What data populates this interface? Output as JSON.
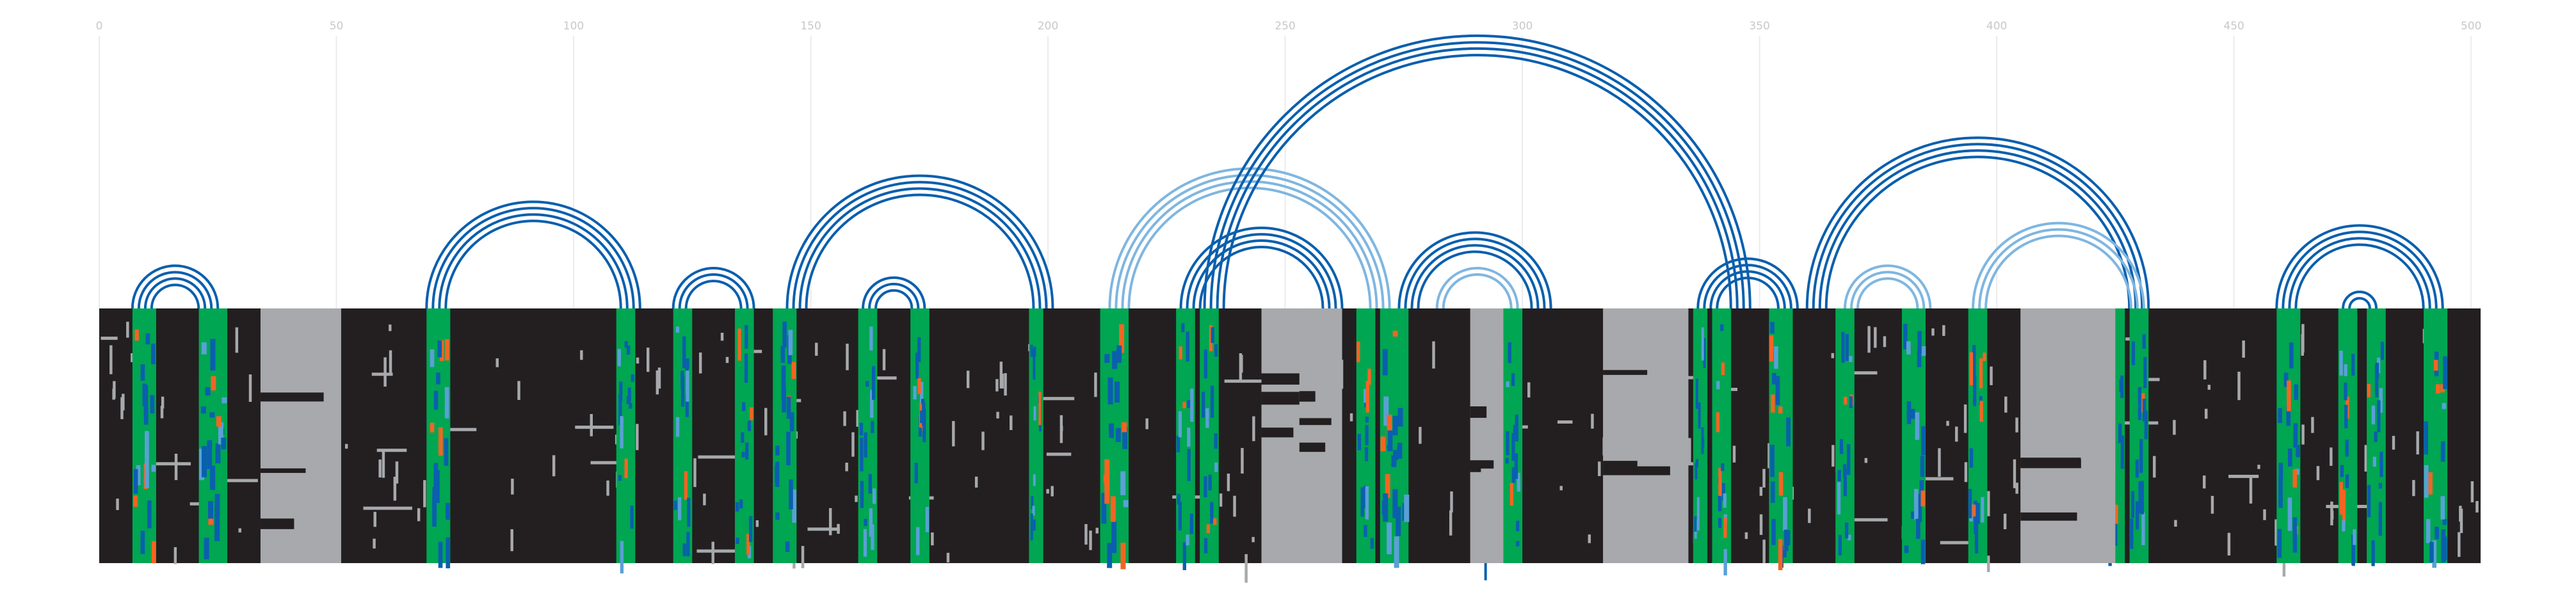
{
  "axis": {
    "ticks": [
      0,
      50,
      100,
      150,
      200,
      250,
      300,
      350,
      400,
      450,
      500
    ],
    "range": [
      0,
      502
    ]
  },
  "colors": {
    "background_block": "#231f20",
    "green": "#00a651",
    "blue": "#0a5fae",
    "light_blue": "#5aa0d6",
    "gray": "#a7a9ac",
    "orange": "#f26522",
    "arc": "#0a5fae",
    "arc_light": "#7fb6e0"
  },
  "arcs": [
    {
      "from": 7,
      "to": 25,
      "strands": 4,
      "tone": "dark"
    },
    {
      "from": 69,
      "to": 114,
      "strands": 4,
      "tone": "dark"
    },
    {
      "from": 121,
      "to": 138,
      "strands": 3,
      "tone": "dark"
    },
    {
      "from": 145,
      "to": 201,
      "strands": 4,
      "tone": "dark"
    },
    {
      "from": 161,
      "to": 174,
      "strands": 3,
      "tone": "dark"
    },
    {
      "from": 213,
      "to": 272,
      "strands": 4,
      "tone": "light"
    },
    {
      "from": 228,
      "to": 262,
      "strands": 4,
      "tone": "dark"
    },
    {
      "from": 233,
      "to": 348,
      "strands": 4,
      "tone": "dark"
    },
    {
      "from": 274,
      "to": 306,
      "strands": 4,
      "tone": "dark"
    },
    {
      "from": 282,
      "to": 299,
      "strands": 2,
      "tone": "light"
    },
    {
      "from": 337,
      "to": 358,
      "strands": 4,
      "tone": "dark"
    },
    {
      "from": 360,
      "to": 432,
      "strands": 4,
      "tone": "dark"
    },
    {
      "from": 368,
      "to": 386,
      "strands": 3,
      "tone": "light"
    },
    {
      "from": 395,
      "to": 431,
      "strands": 3,
      "tone": "light"
    },
    {
      "from": 459,
      "to": 494,
      "strands": 4,
      "tone": "dark"
    },
    {
      "from": 473,
      "to": 480,
      "strands": 2,
      "tone": "dark"
    }
  ],
  "columns": [
    {
      "start": 7,
      "end": 12,
      "type": "green"
    },
    {
      "start": 21,
      "end": 27,
      "type": "green"
    },
    {
      "start": 69,
      "end": 74,
      "type": "green"
    },
    {
      "start": 109,
      "end": 113,
      "type": "green"
    },
    {
      "start": 121,
      "end": 125,
      "type": "green"
    },
    {
      "start": 134,
      "end": 138,
      "type": "green"
    },
    {
      "start": 142,
      "end": 147,
      "type": "green"
    },
    {
      "start": 160,
      "end": 164,
      "type": "green"
    },
    {
      "start": 171,
      "end": 175,
      "type": "green"
    },
    {
      "start": 196,
      "end": 199,
      "type": "green"
    },
    {
      "start": 211,
      "end": 217,
      "type": "green"
    },
    {
      "start": 227,
      "end": 231,
      "type": "green"
    },
    {
      "start": 232,
      "end": 236,
      "type": "green"
    },
    {
      "start": 265,
      "end": 269,
      "type": "green"
    },
    {
      "start": 270,
      "end": 276,
      "type": "green"
    },
    {
      "start": 291,
      "end": 294,
      "type": "green"
    },
    {
      "start": 296,
      "end": 300,
      "type": "green"
    },
    {
      "start": 336,
      "end": 339,
      "type": "green"
    },
    {
      "start": 340,
      "end": 344,
      "type": "green"
    },
    {
      "start": 352,
      "end": 357,
      "type": "green"
    },
    {
      "start": 366,
      "end": 370,
      "type": "green"
    },
    {
      "start": 380,
      "end": 385,
      "type": "green"
    },
    {
      "start": 394,
      "end": 398,
      "type": "green"
    },
    {
      "start": 423,
      "end": 427,
      "type": "green"
    },
    {
      "start": 428,
      "end": 432,
      "type": "green"
    },
    {
      "start": 459,
      "end": 464,
      "type": "green"
    },
    {
      "start": 472,
      "end": 476,
      "type": "green"
    },
    {
      "start": 478,
      "end": 482,
      "type": "green"
    },
    {
      "start": 490,
      "end": 495,
      "type": "green"
    },
    {
      "start": 34,
      "end": 51,
      "type": "gray"
    },
    {
      "start": 245,
      "end": 257,
      "type": "gray"
    },
    {
      "start": 289,
      "end": 296,
      "type": "gray"
    },
    {
      "start": 317,
      "end": 335,
      "type": "gray"
    },
    {
      "start": 405,
      "end": 425,
      "type": "gray"
    },
    {
      "start": 253,
      "end": 262,
      "type": "gray"
    }
  ]
}
